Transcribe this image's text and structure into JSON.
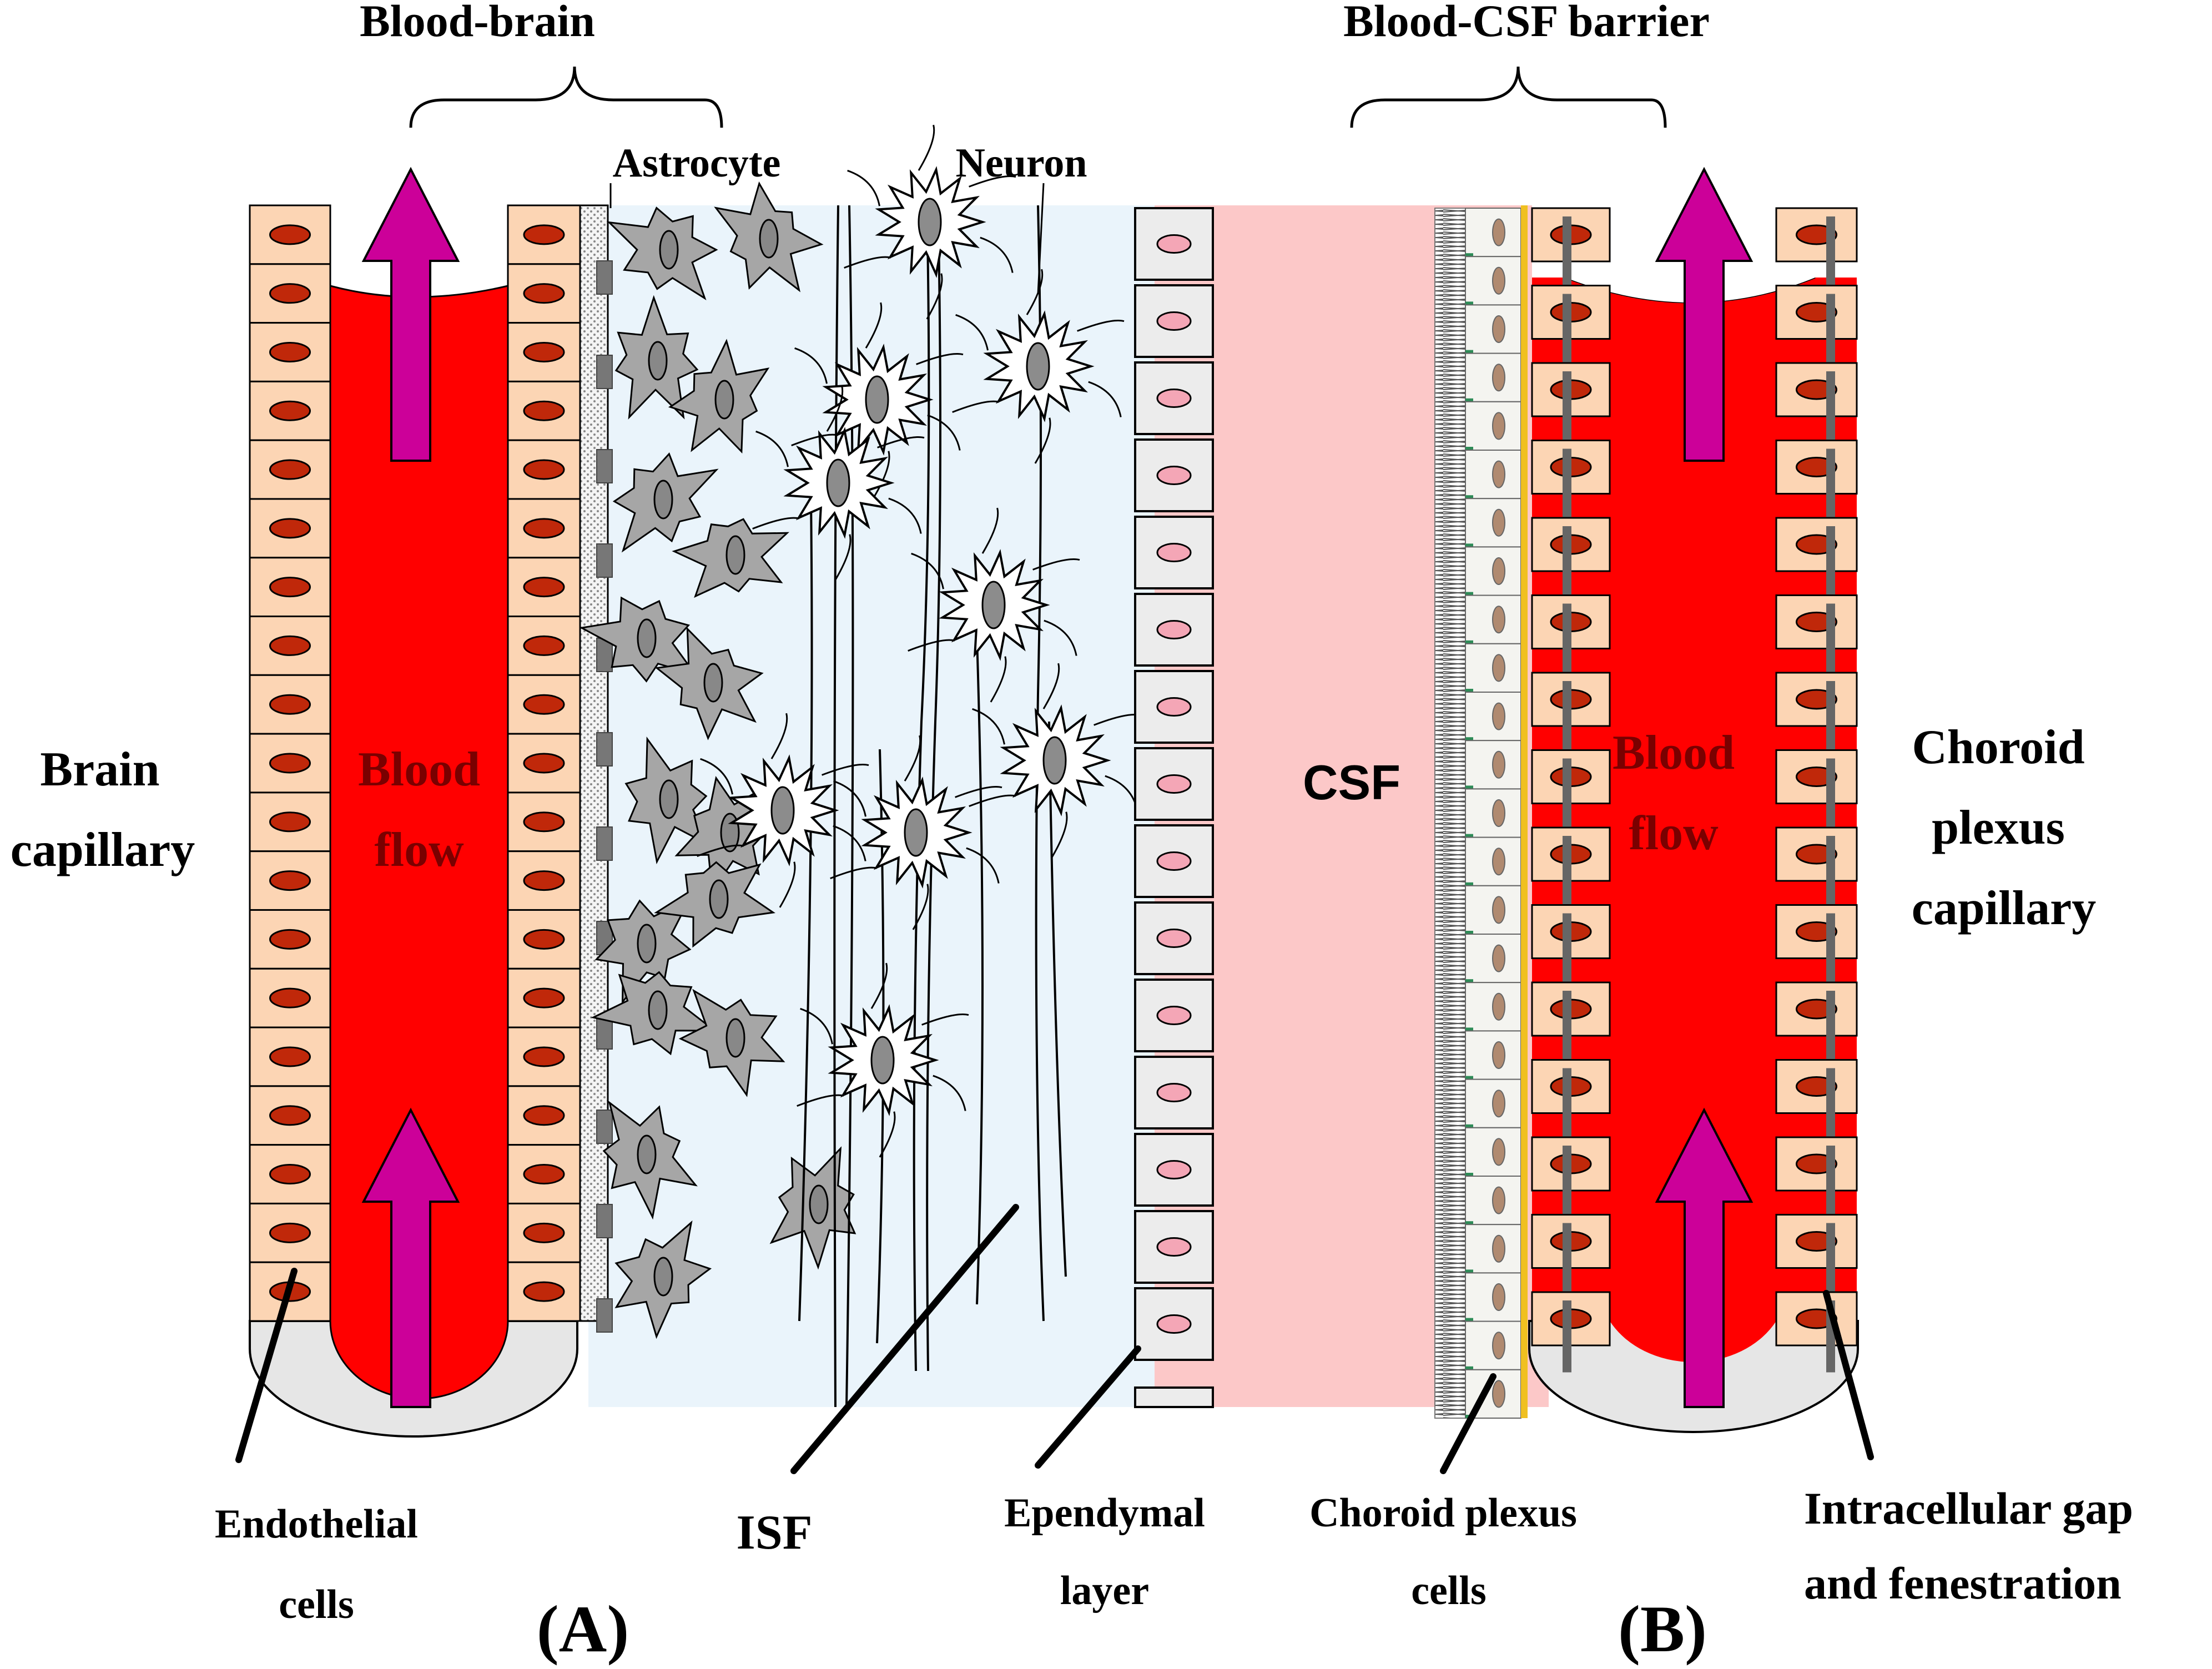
{
  "labels": {
    "bbb_title": "Blood-brain",
    "bcsf_title": "Blood-CSF barrier",
    "astrocyte": "Astrocyte",
    "neuron": "Neuron",
    "brain_capillary_1": "Brain",
    "brain_capillary_2": "capillary",
    "blood_flow_a_1": "Blood",
    "blood_flow_a_2": "flow",
    "csf": "CSF",
    "blood_flow_b_1": "Blood",
    "blood_flow_b_2": "flow",
    "choroid_capillary_1": "Choroid",
    "choroid_capillary_2": "plexus",
    "choroid_capillary_3": "capillary",
    "endothelial_1": "Endothelial",
    "endothelial_2": "cells",
    "isf": "ISF",
    "ependymal_1": "Ependymal",
    "ependymal_2": "layer",
    "choroid_cells_1": "Choroid plexus",
    "choroid_cells_2": "cells",
    "gap_1": "Intracellular  gap",
    "gap_2": "and fenestration",
    "panel_a": "(A)",
    "panel_b": "(B)"
  },
  "colors": {
    "blood": "#ff0000",
    "arrow": "#cc0099",
    "endothelial_cell": "#fcd5b4",
    "nucleus": "#c0280a",
    "isf_background": "#eaf4fb",
    "csf_background": "#fcc8c8",
    "astrocyte": "#a6a6a6",
    "ependymal_cell": "#ececec",
    "ependymal_nucleus": "#f4a6b6",
    "basement": "#e6e6e6",
    "gap_junction": "#666666",
    "choroid_membrane": "#f0c020"
  }
}
